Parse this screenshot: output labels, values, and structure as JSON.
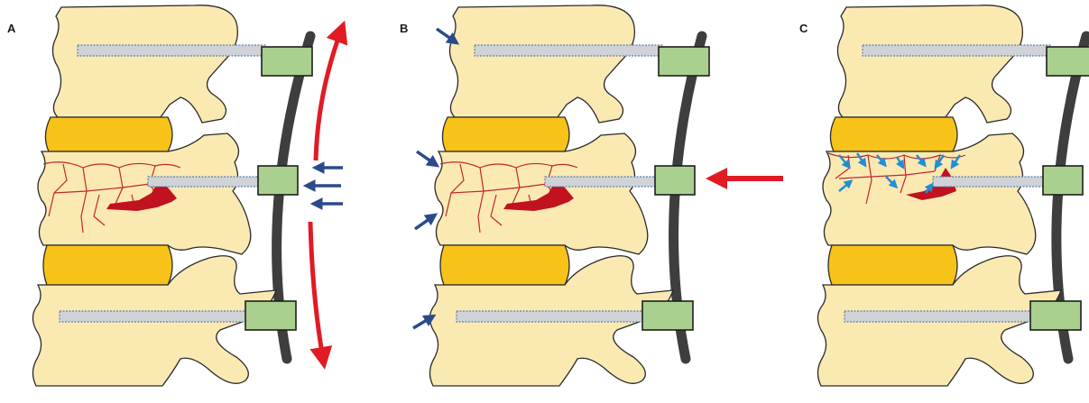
{
  "figure": {
    "panels": [
      {
        "id": "A",
        "label": "A"
      },
      {
        "id": "B",
        "label": "B"
      },
      {
        "id": "C",
        "label": "C"
      }
    ]
  },
  "colors": {
    "bone": "#fbe9b2",
    "disc": "#f7c319",
    "screw": "#cfd3d8",
    "screw_head": "#a9d08e",
    "rod": "#3e3e3e",
    "fracture": "#c0272d",
    "hematoma": "#c1121f",
    "force_arrow_red": "#e01b24",
    "force_arrow_blue": "#2b4a8b",
    "fragment_arrow_light_blue": "#1f8fd6"
  },
  "icons": {
    "distraction_arrows": "curved-red-arrows",
    "compression_arrows": "navy-short-arrows",
    "reduction_arrow": "large-red-arrow",
    "fragment_arrows": "light-blue-small-arrows"
  }
}
